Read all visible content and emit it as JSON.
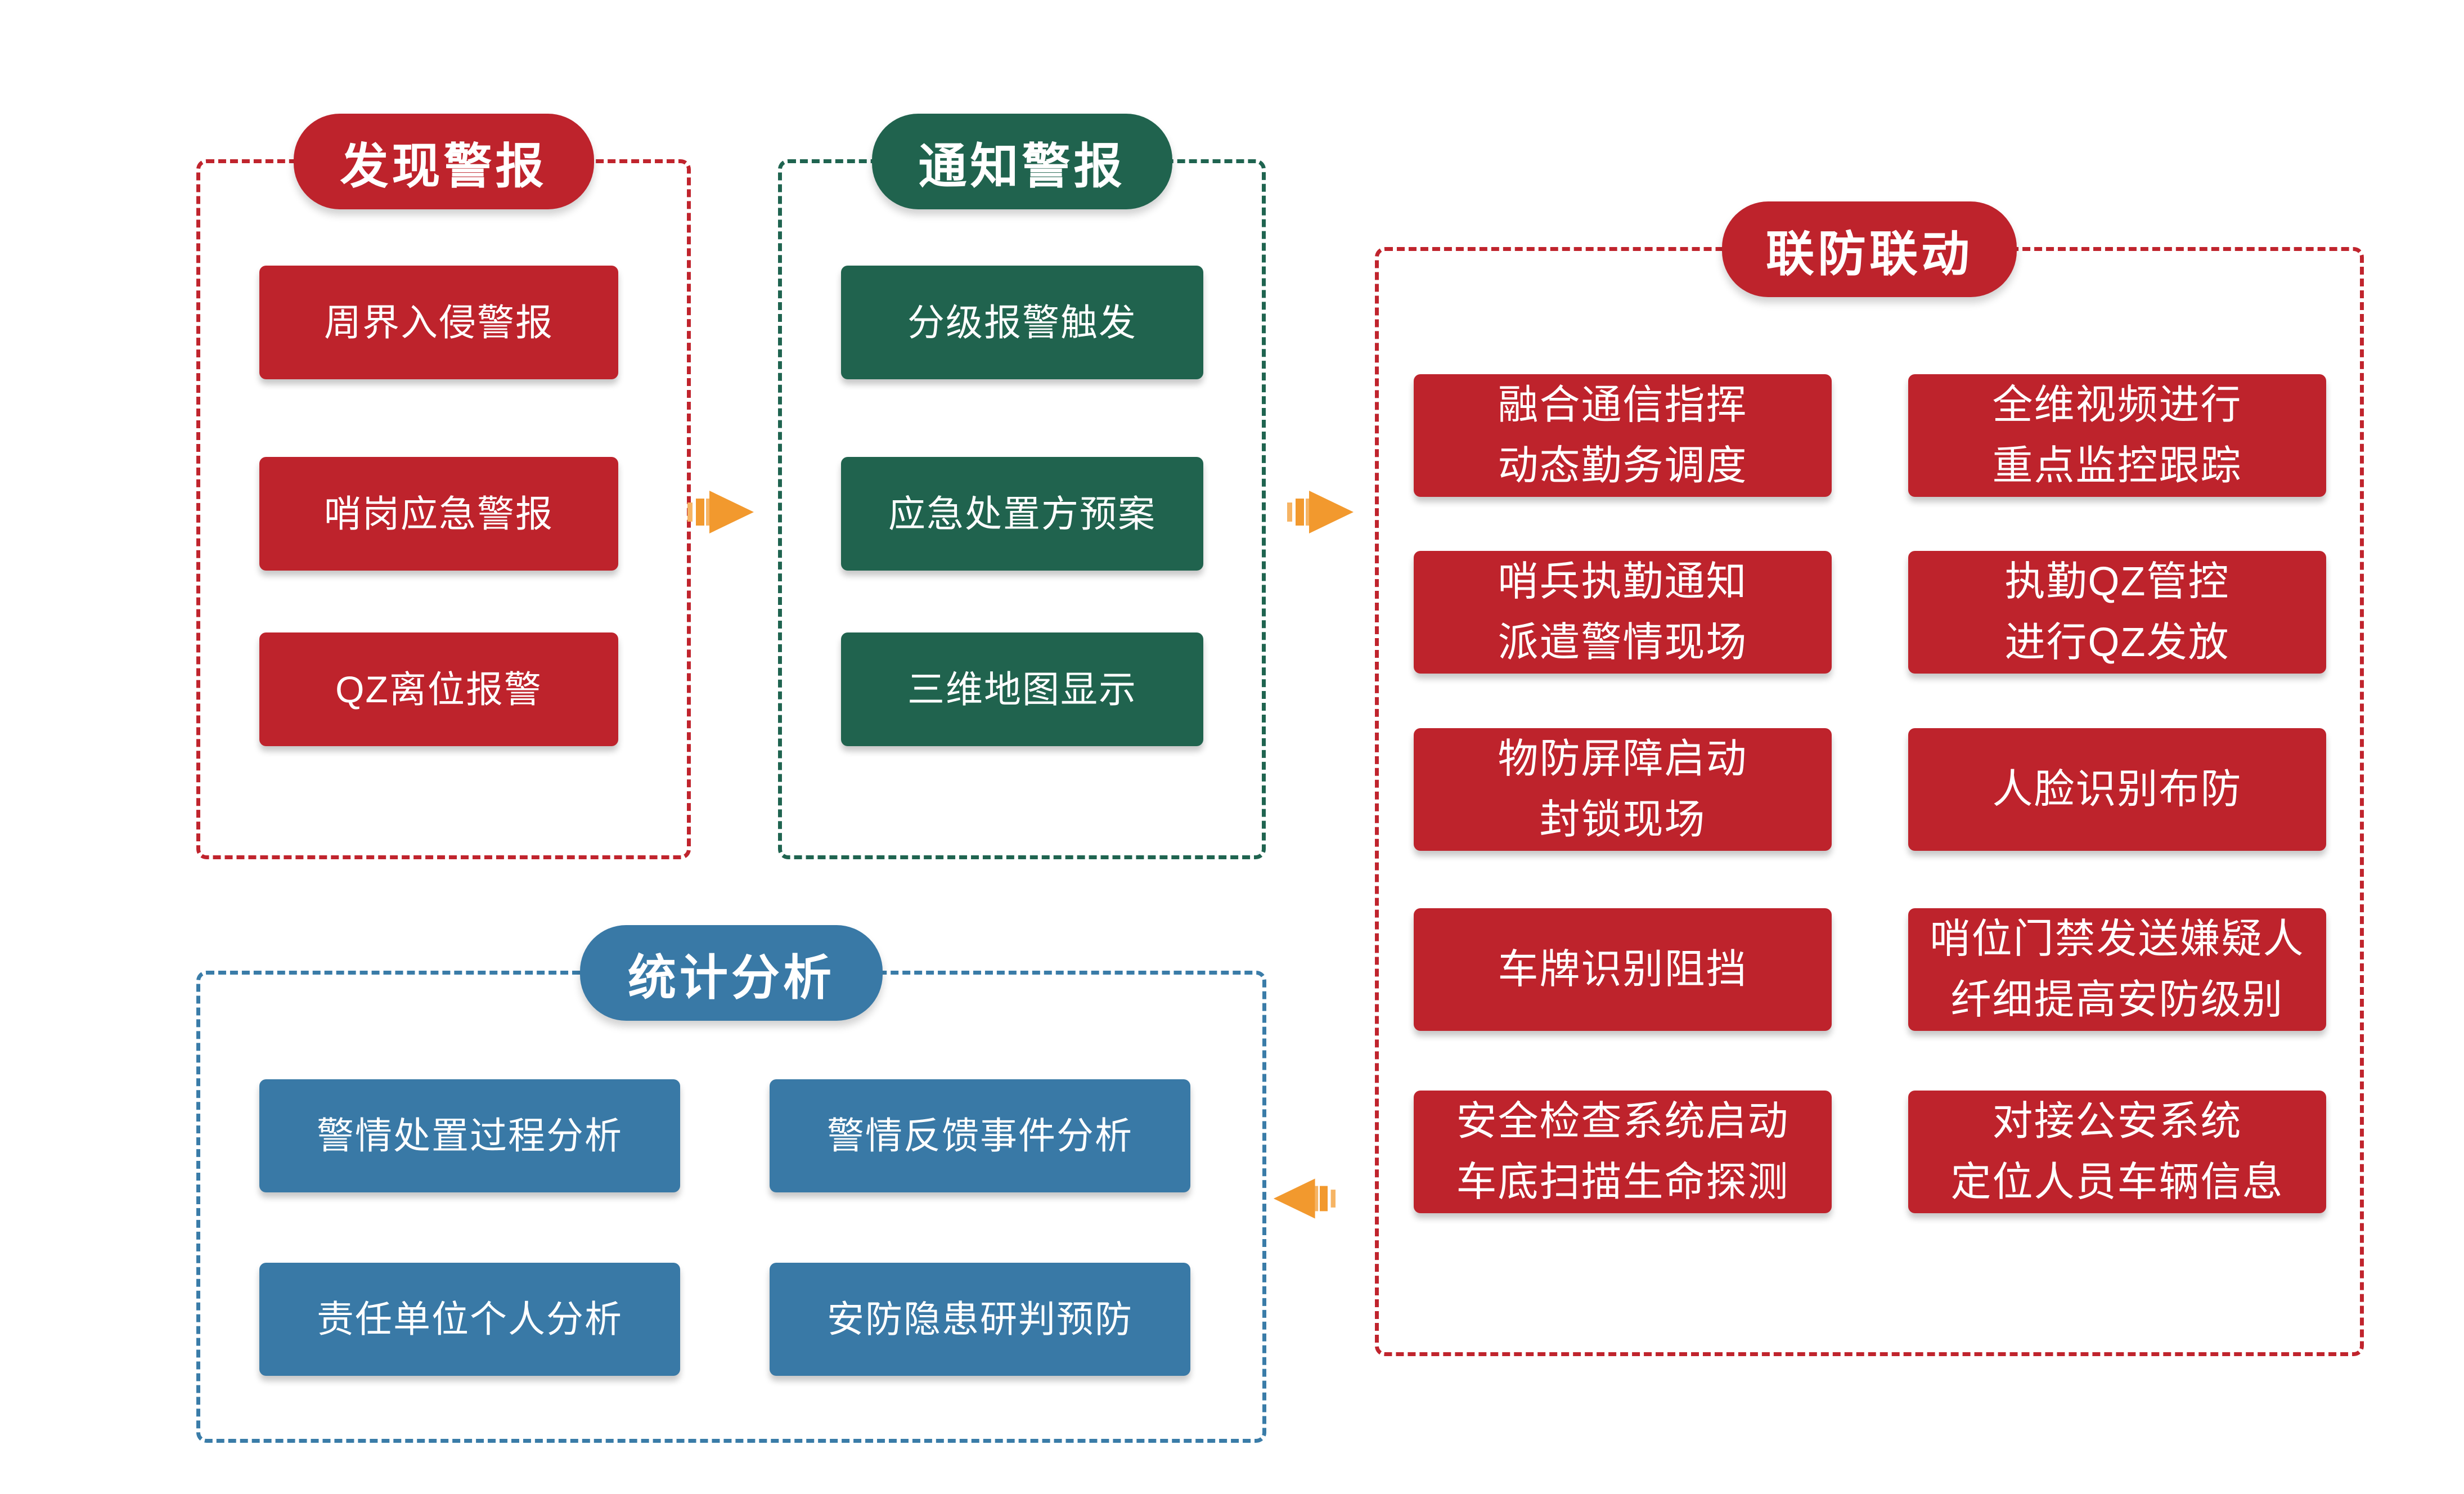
{
  "palette": {
    "red": "#BE232C",
    "red_border": "#C0242D",
    "green": "#20634E",
    "green_border": "#1F6450",
    "blue": "#3979A6",
    "blue_border": "#3A7CA8",
    "orange": "#F2992E",
    "orange_light": "#F6B464",
    "text": "#FFFFFF"
  },
  "sections": {
    "discover": {
      "title": "发现警报",
      "items": [
        "周界入侵警报",
        "哨岗应急警报",
        "QZ离位报警"
      ]
    },
    "notify": {
      "title": "通知警报",
      "items": [
        "分级报警触发",
        "应急处置方预案",
        "三维地图显示"
      ]
    },
    "linkage": {
      "title": "联防联动",
      "items": [
        "融合通信指挥\n动态勤务调度",
        "全维视频进行\n重点监控跟踪",
        "哨兵执勤通知\n派遣警情现场",
        "执勤QZ管控\n进行QZ发放",
        "物防屏障启动\n封锁现场",
        "人脸识别布防",
        "车牌识别阻挡",
        "哨位门禁发送嫌疑人\n纤细提高安防级别",
        "安全检查系统启动\n车底扫描生命探测",
        "对接公安系统\n定位人员车辆信息"
      ]
    },
    "stats": {
      "title": "统计分析",
      "items": [
        "警情处置过程分析",
        "警情反馈事件分析",
        "责任单位个人分析",
        "安防隐患研判预防"
      ]
    }
  },
  "arrows": [
    {
      "id": "discover-to-notify",
      "direction": "right"
    },
    {
      "id": "notify-to-linkage",
      "direction": "right"
    },
    {
      "id": "linkage-to-stats",
      "direction": "left"
    }
  ]
}
